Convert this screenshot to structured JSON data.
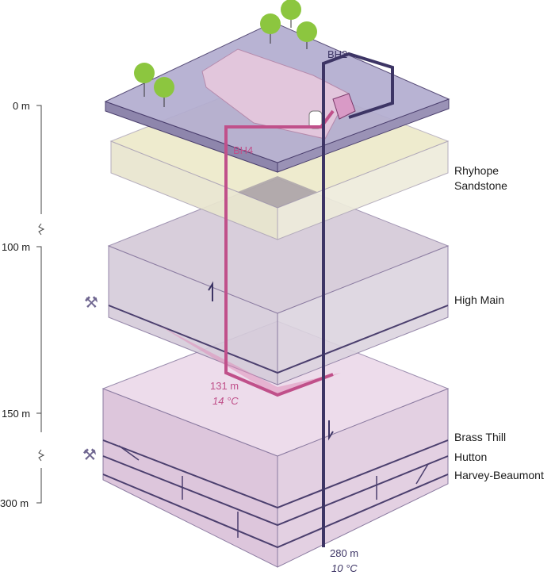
{
  "scale": {
    "ticks": [
      "0 m",
      "100 m",
      "150 m",
      "300 m"
    ]
  },
  "layers": [
    {
      "name": "Rhyhope",
      "name2": "Sandstone"
    },
    {
      "name": "High Main"
    },
    {
      "name": "Brass Thill"
    },
    {
      "name": "Hutton"
    },
    {
      "name": "Harvey-Beaumont"
    }
  ],
  "boreholes": {
    "bh4": {
      "label": "BH4",
      "depth": "131 m",
      "temp": "14 °C",
      "color": "#c0508a"
    },
    "bh2": {
      "label": "BH2",
      "depth": "280 m",
      "temp": "10 °C",
      "color": "#3d3565"
    }
  },
  "icons": [
    "pickaxe-icon",
    "tree-icon",
    "flow-arrow-icon"
  ],
  "colors": {
    "surface": "#aaa3c4",
    "sandstone": "#ece8cc",
    "high_main": "#d8d0dc",
    "coal_lower": "#e6cde3"
  }
}
